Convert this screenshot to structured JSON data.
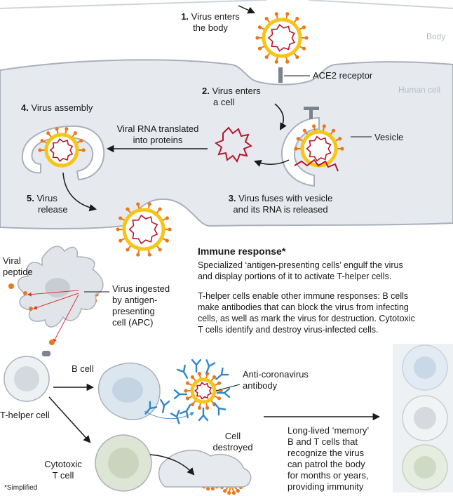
{
  "labels": {
    "step1_num": "1.",
    "step1_text": "Virus enters",
    "step1_text2": "the body",
    "body": "Body",
    "ace2": "ACE2 receptor",
    "human_cell": "Human cell",
    "step2_num": "2.",
    "step2_text": "Virus enters",
    "step2_text2": "a cell",
    "step4_num": "4.",
    "step4_text": "Virus assembly",
    "translated1": "Viral RNA translated",
    "translated2": "into proteins",
    "vesicle": "Vesicle",
    "step5_num": "5.",
    "step5_text": "Virus",
    "step5_text2": "release",
    "step3_num": "3.",
    "step3_text": "Virus fuses with vesicle",
    "step3_text2": "and its RNA is released",
    "viral_peptide1": "Viral",
    "viral_peptide2": "peptide",
    "virus_ingested1": "Virus ingested",
    "virus_ingested2": "by antigen-",
    "virus_ingested3": "presenting",
    "virus_ingested4": "cell (APC)",
    "immune_title": "Immune response*",
    "immune_p1_l1": "Specialized ‘antigen-presenting cells’ engulf the virus",
    "immune_p1_l2": "and display portions of it to activate T-helper cells.",
    "immune_p2_l1": "T-helper cells enable other immune responses: B cells",
    "immune_p2_l2": "make antibodies that can block the virus from infecting",
    "immune_p2_l3": "cells, as well as mark the virus for destruction. Cytotoxic",
    "immune_p2_l4": "T cells identify and destroy virus-infected cells.",
    "b_cell": "B cell",
    "antibody1": "Anti-coronavirus",
    "antibody2": "antibody",
    "t_helper": "T-helper cell",
    "cell_destroyed1": "Cell",
    "cell_destroyed2": "destroyed",
    "memory1": "Long-lived ‘memory’",
    "memory2": "B and T cells that",
    "memory3": "recognize the virus",
    "memory4": "can patrol the body",
    "memory5": "for months or years,",
    "memory6": "providing immunity",
    "cytotoxic1": "Cytotoxic",
    "cytotoxic2": "T cell",
    "simplified": "*Simplified"
  },
  "colors": {
    "cell_fill": "#e6e9ee",
    "cell_stroke": "#a9b0ba",
    "virus_spike": "#e8781e",
    "virus_ring": "#f5c518",
    "rna": "#b5162b",
    "b_cell": "#dbe6ef",
    "t_cell": "#dde5d5",
    "antibody": "#2f86c9",
    "arrow": "#1a1a1a"
  }
}
